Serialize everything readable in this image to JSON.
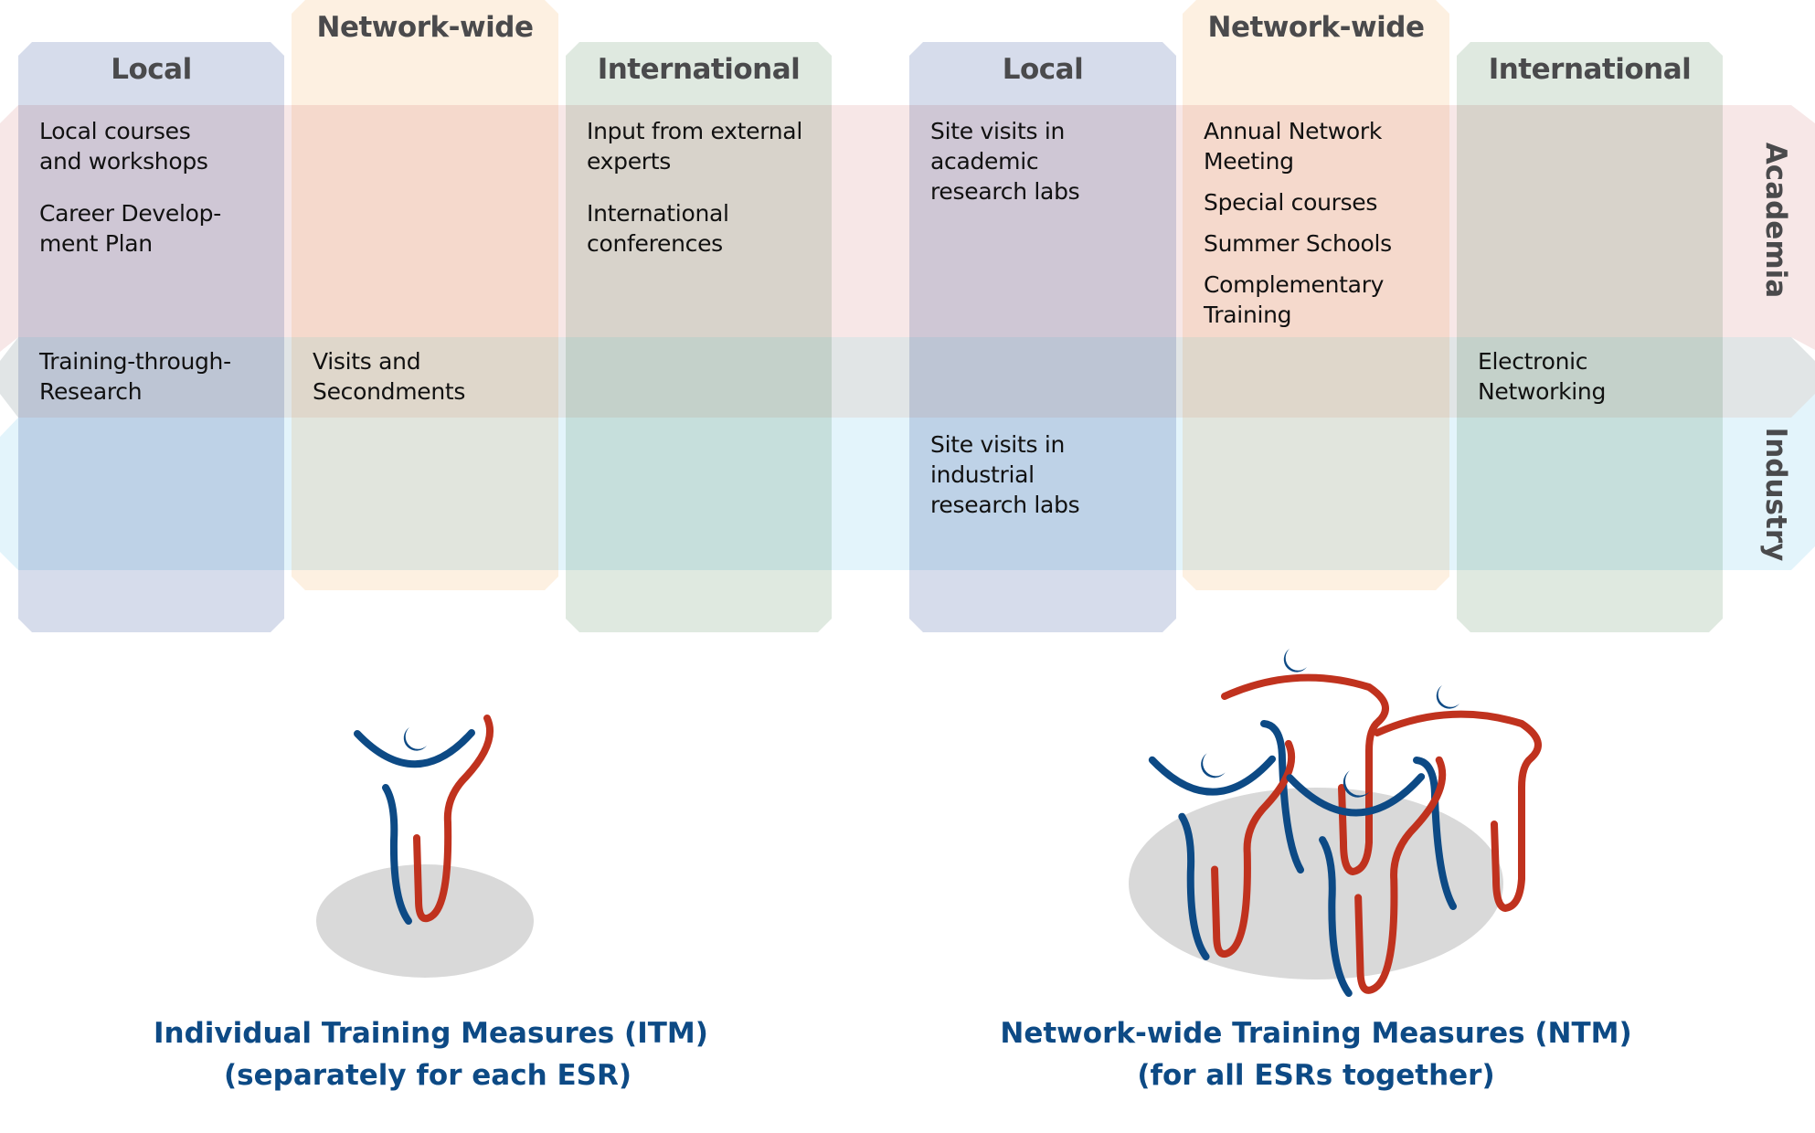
{
  "colors": {
    "local_column": "#d6dceb",
    "network_column": "#fdf0e1",
    "international_column": "#dfe9e0",
    "academia_band": "#f7e7e7",
    "mixed_band": "#e1e5e6",
    "industry_band": "#e3f4fb",
    "heading_text": "#4a4a4c",
    "caption_text": "#0d4a85",
    "figure_blue": "#0d4a85",
    "figure_red": "#c0321e",
    "figure_shadow": "#d9d9d9"
  },
  "rows": {
    "academia_label": "Academia",
    "industry_label": "Industry"
  },
  "itm": {
    "columns": {
      "local": "Local",
      "network": "Network-wide",
      "international": "International"
    },
    "cells": {
      "local_academia": [
        "Local courses\nand workshops",
        "Career Develop-\nment Plan"
      ],
      "international_academia": [
        "Input from external\nexperts",
        "International\nconferences"
      ],
      "local_mixed": [
        "Training-through-\nResearch"
      ],
      "network_mixed": [
        "Visits and\nSecondments"
      ]
    },
    "caption": {
      "line1": "Individual Training Measures (ITM)",
      "line2": "(separately for each ESR)"
    },
    "figure_icon": "single-person-icon"
  },
  "ntm": {
    "columns": {
      "local": "Local",
      "network": "Network-wide",
      "international": "International"
    },
    "cells": {
      "local_academia": [
        "Site visits in\nacademic\nresearch labs"
      ],
      "network_academia": [
        "Annual Network\nMeeting",
        "Special courses",
        "Summer Schools",
        "Complementary\nTraining"
      ],
      "international_mixed": [
        "Electronic\nNetworking"
      ],
      "local_industry": [
        "Site visits in\nindustrial\nresearch labs"
      ]
    },
    "caption": {
      "line1": "Network-wide Training Measures (NTM)",
      "line2": "(for all ESRs together)"
    },
    "figure_icon": "group-of-people-icon"
  }
}
